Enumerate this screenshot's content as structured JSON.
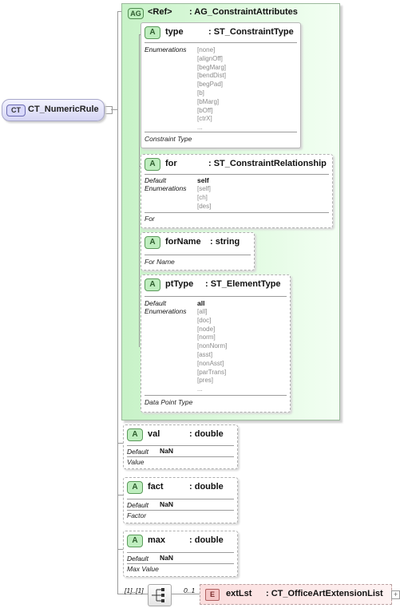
{
  "complex_type": {
    "badge": "CT",
    "name": "CT_NumericRule"
  },
  "attribute_group": {
    "badge": "AG",
    "ref": "<Ref>",
    "type": ": AG_ConstraintAttributes",
    "attributes": [
      {
        "badge": "A",
        "name": "type",
        "type": ": ST_ConstraintType",
        "enumerations_label": "Enumerations",
        "enumerations": [
          "[none]",
          "[alignOff]",
          "[begMarg]",
          "[bendDist]",
          "[begPad]",
          "[b]",
          "[bMarg]",
          "[bOff]",
          "[ctrX]",
          "..."
        ],
        "description": "Constraint Type"
      },
      {
        "badge": "A",
        "name": "for",
        "type": ": ST_ConstraintRelationship",
        "default_label": "Default",
        "default_value": "self",
        "enumerations_label": "Enumerations",
        "enumerations": [
          "[self]",
          "[ch]",
          "[des]"
        ],
        "description": "For"
      },
      {
        "badge": "A",
        "name": "forName",
        "type": ": string",
        "description": "For Name"
      },
      {
        "badge": "A",
        "name": "ptType",
        "type": ": ST_ElementType",
        "default_label": "Default",
        "default_value": "all",
        "enumerations_label": "Enumerations",
        "enumerations": [
          "[all]",
          "[doc]",
          "[node]",
          "[norm]",
          "[nonNorm]",
          "[asst]",
          "[nonAsst]",
          "[parTrans]",
          "[pres]",
          "..."
        ],
        "description": "Data Point Type"
      }
    ]
  },
  "attributes": [
    {
      "badge": "A",
      "name": "val",
      "type": ": double",
      "default_label": "Default",
      "default_value": "NaN",
      "description": "Value"
    },
    {
      "badge": "A",
      "name": "fact",
      "type": ": double",
      "default_label": "Default",
      "default_value": "NaN",
      "description": "Factor"
    },
    {
      "badge": "A",
      "name": "max",
      "type": ": double",
      "default_label": "Default",
      "default_value": "NaN",
      "description": "Max Value"
    }
  ],
  "sequence": {
    "occurrence": "[1]..[1]",
    "icon": "sequence-icon"
  },
  "element": {
    "badge": "E",
    "occurrence": "0..1",
    "name": "extLst",
    "type": ": CT_OfficeArtExtensionList",
    "expand": "+"
  },
  "colors": {
    "ct_fill": "#d6d6f4",
    "group_fill": "#c7f2c7",
    "attribute_badge": "#bfeebf",
    "element_fill": "#fbdede"
  }
}
